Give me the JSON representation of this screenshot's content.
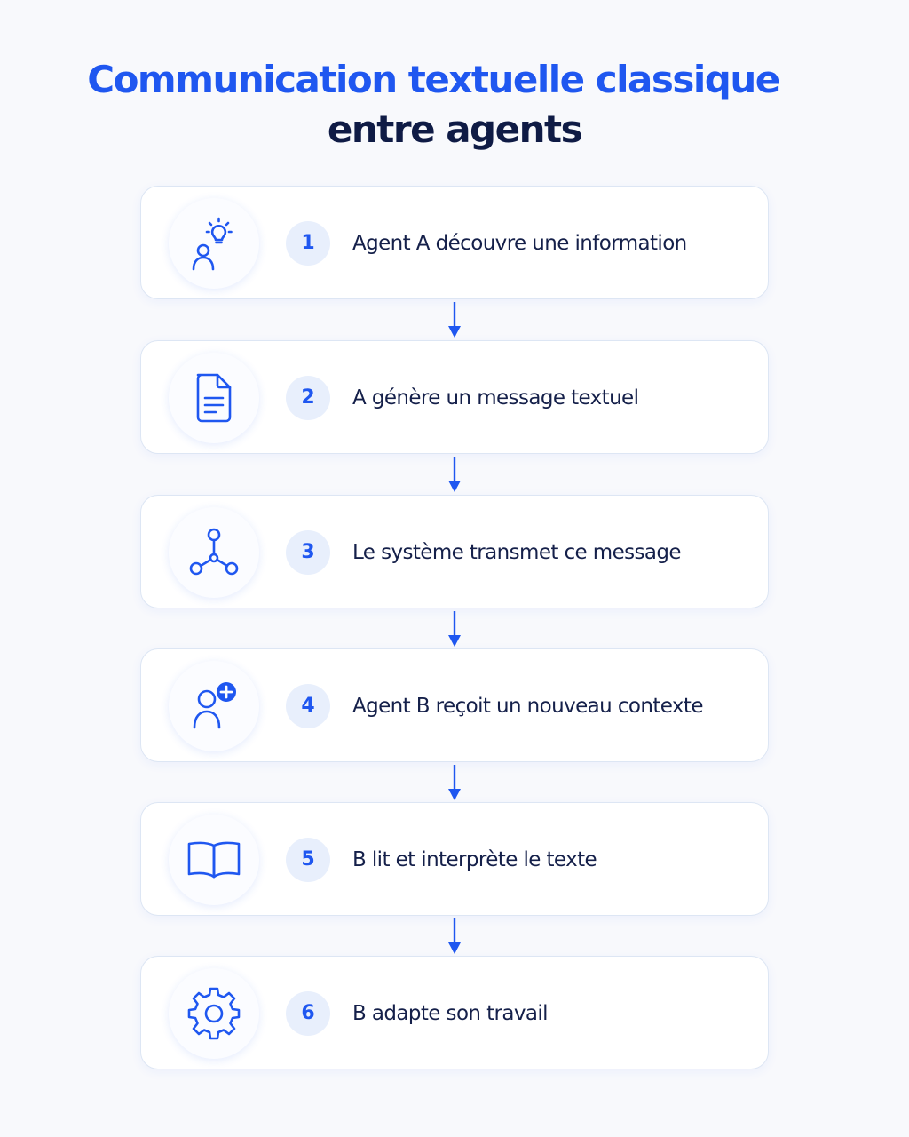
{
  "title": {
    "line1": "Communication textuelle classique",
    "line2": "entre agents"
  },
  "steps": [
    {
      "number": "1",
      "label": "Agent A découvre une information",
      "icon": "person-lightbulb-icon"
    },
    {
      "number": "2",
      "label": "A génère un message textuel",
      "icon": "document-icon"
    },
    {
      "number": "3",
      "label": "Le système transmet ce message",
      "icon": "network-nodes-icon"
    },
    {
      "number": "4",
      "label": "Agent B reçoit un nouveau contexte",
      "icon": "person-add-icon"
    },
    {
      "number": "5",
      "label": "B lit et interprète le texte",
      "icon": "open-book-icon"
    },
    {
      "number": "6",
      "label": "B adapte son travail",
      "icon": "gear-icon"
    }
  ],
  "colors": {
    "accent": "#1f57f0",
    "heading_dark": "#0f1b45",
    "number_badge_bg": "#e8effc",
    "card_border": "#dde6f4",
    "background": "#f8f9fc"
  }
}
